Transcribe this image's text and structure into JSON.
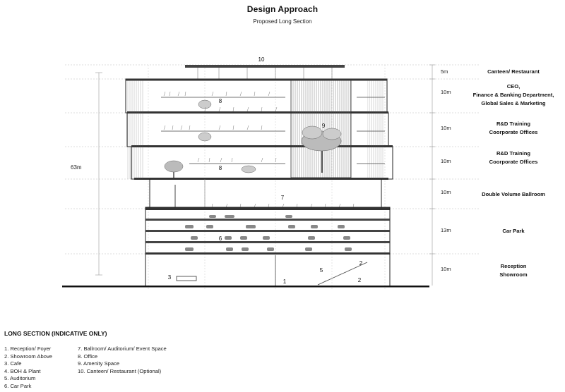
{
  "header": {
    "title": "Design Approach",
    "subtitle": "Proposed Long Section"
  },
  "overall_height": "63m",
  "levels": [
    {
      "height": "5m",
      "label": [
        "Canteen/ Restaurant"
      ]
    },
    {
      "height": "10m",
      "label": [
        "CEO,",
        "Finance & Banking Department,",
        "Global Sales & Marketing"
      ]
    },
    {
      "height": "10m",
      "label": [
        "R&D Training",
        "Coorporate Offices"
      ]
    },
    {
      "height": "10m",
      "label": [
        "R&D Training",
        "Coorporate Offices"
      ]
    },
    {
      "height": "10m",
      "label": [
        "Double Volume Ballroom"
      ]
    },
    {
      "height": "13m",
      "label": [
        "Car Park"
      ]
    },
    {
      "height": "10m",
      "label": [
        "Reception",
        "Showroom"
      ]
    }
  ],
  "tags": [
    "10",
    "8",
    "9",
    "8",
    "7",
    "6",
    "3",
    "1",
    "5",
    "2",
    "2"
  ],
  "legend": {
    "title": "LONG SECTION (INDICATIVE ONLY)",
    "col1": [
      "1. Reception/ Foyer",
      "2. Showroom Above",
      "3. Cafe",
      "4. BOH & Plant",
      "5. Auditorium",
      "6. Car Park"
    ],
    "col2": [
      "7. Ballroom/ Auditorium/ Event Space",
      "8. Office",
      "9. Amenity Space",
      "10. Canteen/ Restaurant (Optional)"
    ]
  }
}
